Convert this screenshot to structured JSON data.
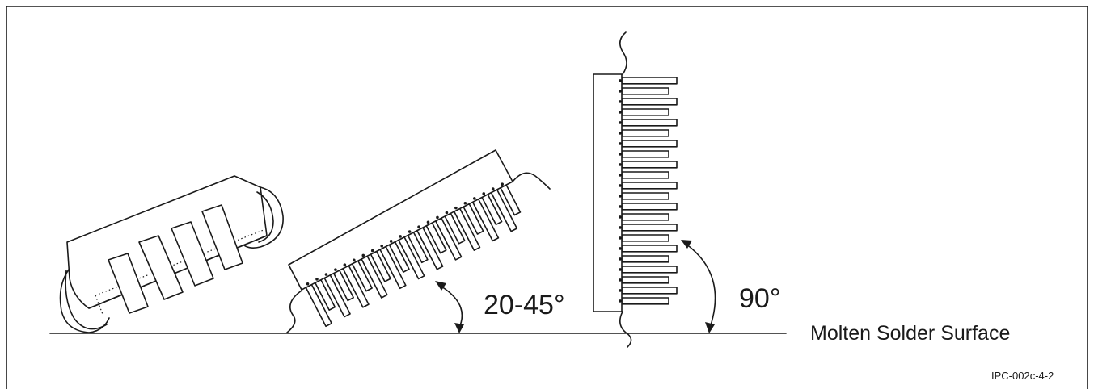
{
  "labels": {
    "angle_tilted": "20-45°",
    "angle_vertical": "90°",
    "surface": "Molten Solder Surface",
    "figure_id": "IPC-002c-4-2"
  },
  "colors": {
    "line": "#1a1a1a",
    "background": "#ffffff"
  }
}
